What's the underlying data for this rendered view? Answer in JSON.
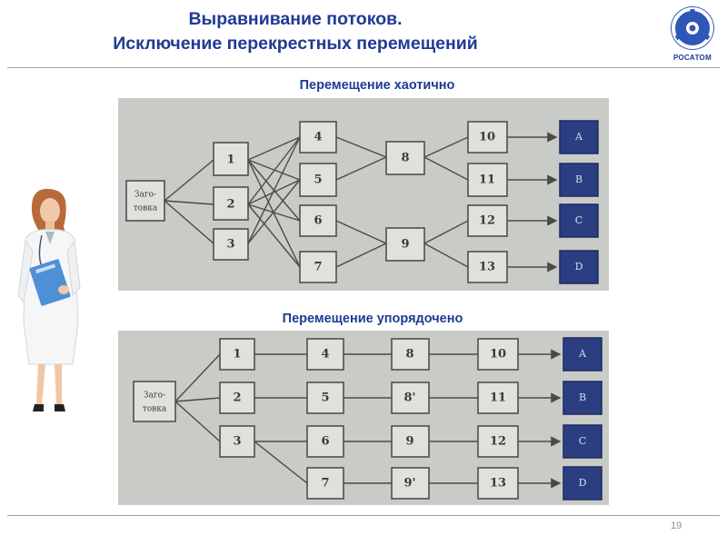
{
  "slide": {
    "title_line1": "Выравнивание потоков.",
    "title_line2": "Исключение перекрестных перемещений",
    "page_number": "19"
  },
  "logo": {
    "text": "РОСАТОМ"
  },
  "diagrams": [
    {
      "caption": "Перемещение хаотично",
      "source": {
        "line1": "Заго-",
        "line2": "товка"
      },
      "nodes": [
        "1",
        "2",
        "3",
        "4",
        "5",
        "6",
        "7",
        "8",
        "9",
        "10",
        "11",
        "12",
        "13"
      ],
      "outputs": [
        "A",
        "B",
        "C",
        "D"
      ]
    },
    {
      "caption": "Перемещение упорядочено",
      "source": {
        "line1": "Заго-",
        "line2": "товка"
      },
      "nodes": [
        "1",
        "2",
        "3",
        "4",
        "5",
        "6",
        "7",
        "8",
        "8'",
        "9",
        "9'",
        "10",
        "11",
        "12",
        "13"
      ],
      "outputs": [
        "A",
        "B",
        "C",
        "D"
      ]
    }
  ]
}
